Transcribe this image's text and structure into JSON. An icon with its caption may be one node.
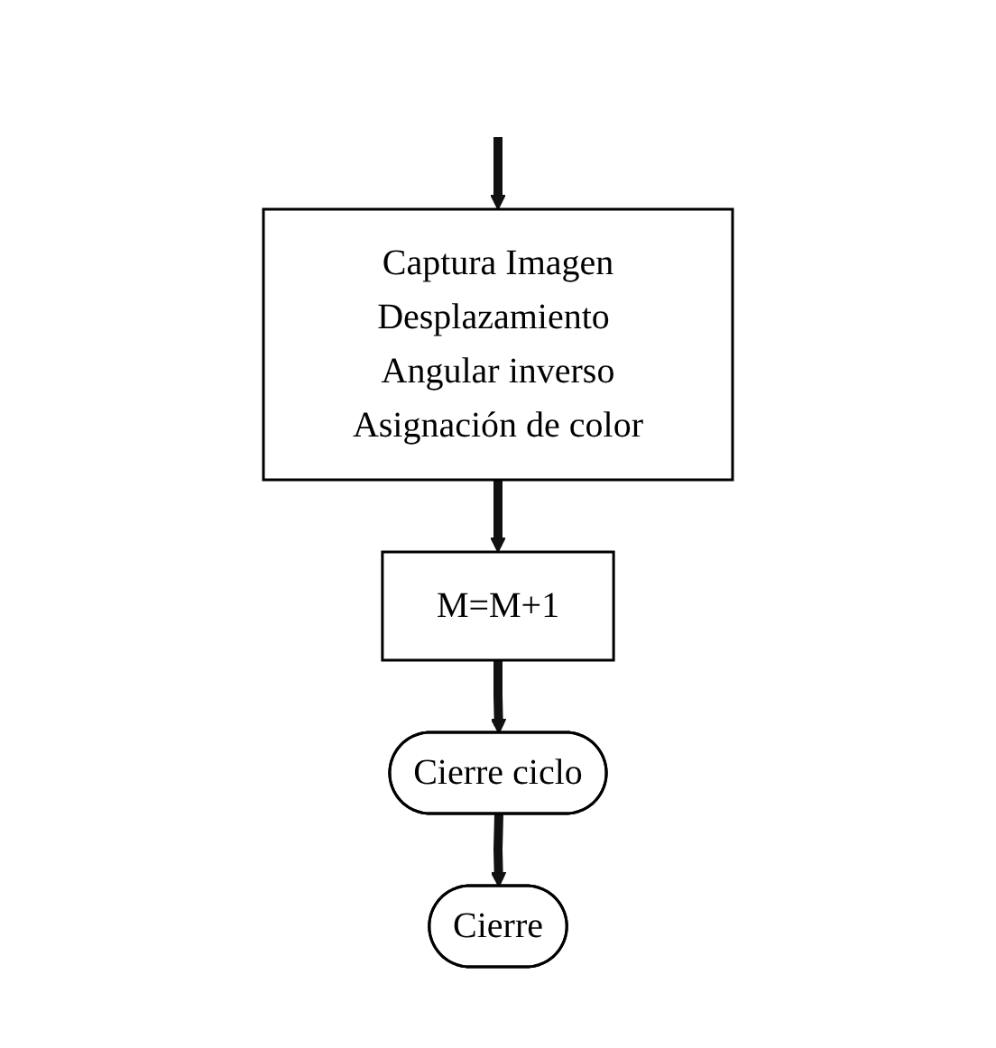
{
  "diagram": {
    "nodes": [
      {
        "text": [
          "Captura Imagen",
          "Desplazamiento Angular inverso",
          "Asignación de color"
        ]
      },
      {
        "text": [
          "M=M+1"
        ]
      },
      {
        "text": [
          "Cierre ciclo"
        ]
      },
      {
        "text": [
          "Cierre"
        ]
      }
    ],
    "edges": [
      {
        "from": null,
        "to": 0,
        "arrow": "to"
      },
      {
        "from": 0,
        "to": 1,
        "arrow": "to"
      },
      {
        "from": 1,
        "to": 2,
        "arrow": "to"
      },
      {
        "from": 2,
        "to": 3,
        "arrow": "to"
      }
    ]
  }
}
